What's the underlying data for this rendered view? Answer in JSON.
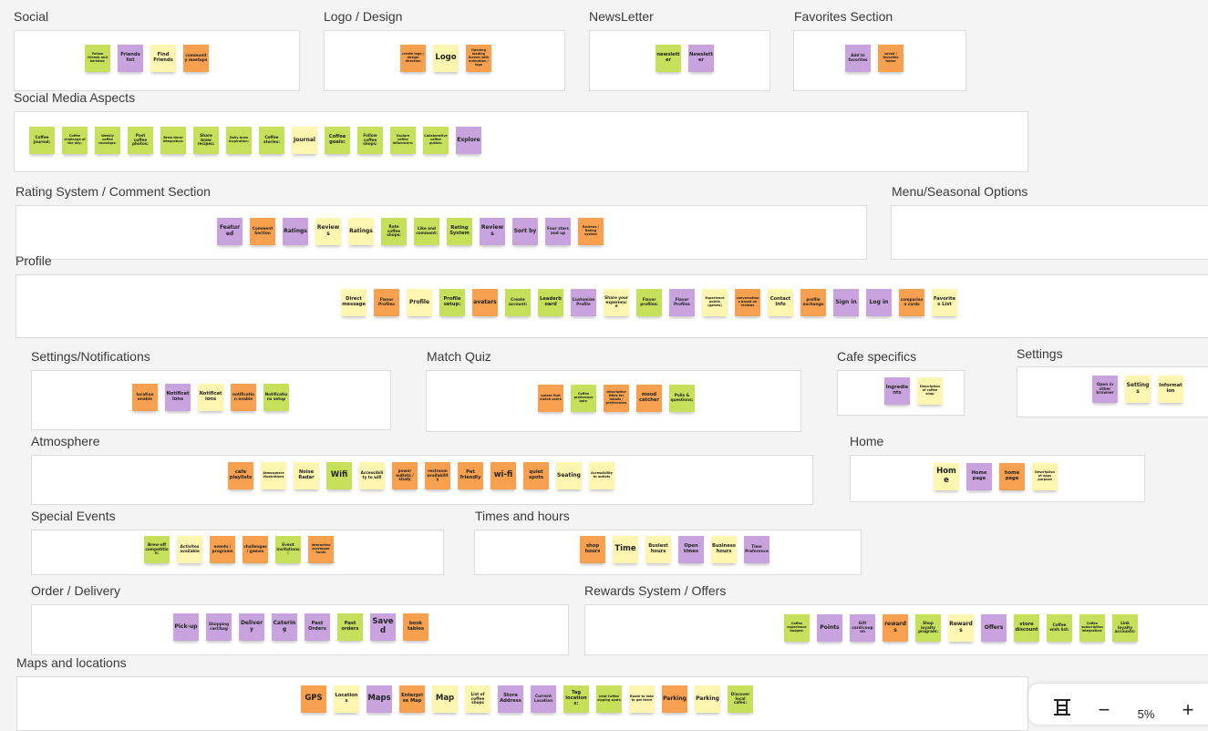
{
  "colors": {
    "g": "#c6e05c",
    "p": "#c8a3dd",
    "y": "#fcf6b1",
    "o": "#f7a04f"
  },
  "frames": [
    {
      "title": "Social",
      "notes": [
        [
          "Follow friends and baristas:",
          "g"
        ],
        [
          "Friends list",
          "p"
        ],
        [
          "Find Friends",
          "y"
        ],
        [
          "community meetups",
          "o"
        ]
      ]
    },
    {
      "title": "Logo / Design",
      "notes": [
        [
          "create logo / design direction",
          "o"
        ],
        [
          "Logo",
          "y"
        ],
        [
          "Opening loading Screen with animation / logo",
          "o"
        ]
      ]
    },
    {
      "title": "NewsLetter",
      "notes": [
        [
          "newsletter",
          "g"
        ],
        [
          "Newsletter",
          "p"
        ]
      ]
    },
    {
      "title": "Favorites Section",
      "notes": [
        [
          "Add to favorites",
          "p"
        ],
        [
          "saved / favorites folder",
          "o"
        ]
      ]
    },
    {
      "title": "Social Media Aspects",
      "notes": [
        [
          "Coffee journal:",
          "g"
        ],
        [
          "Coffee challenge of the day:",
          "g"
        ],
        [
          "Weekly coffee roundups:",
          "g"
        ],
        [
          "Post coffee photos:",
          "g"
        ],
        [
          "Brew timer integration:",
          "g"
        ],
        [
          "Share brew recipes:",
          "g"
        ],
        [
          "Daily brew inspiration:",
          "g"
        ],
        [
          "Coffee stories:",
          "g"
        ],
        [
          "Journal",
          "y"
        ],
        [
          "Coffee goals:",
          "g"
        ],
        [
          "Follow coffee shops:",
          "g"
        ],
        [
          "Explore coffee influencers:",
          "g"
        ],
        [
          "Collaborative coffee guides:",
          "g"
        ],
        [
          "Explore",
          "p"
        ]
      ]
    },
    {
      "title": "Rating System / Comment Section",
      "notes": [
        [
          "Featured",
          "p"
        ],
        [
          "Comment Section",
          "o"
        ],
        [
          "Ratings",
          "p"
        ],
        [
          "Reviews",
          "y"
        ],
        [
          "Ratings",
          "y"
        ],
        [
          "Rate coffee shops:",
          "g"
        ],
        [
          "Like and comment:",
          "g"
        ],
        [
          "Rating System",
          "g"
        ],
        [
          "Reviews",
          "p"
        ],
        [
          "Sort by",
          "p"
        ],
        [
          "Four stars and up",
          "p"
        ],
        [
          "Reviews / Rating system",
          "o"
        ]
      ]
    },
    {
      "title": "Menu/Seasonal Options",
      "notes": []
    },
    {
      "title": "Profile",
      "notes": [
        [
          "Direct message",
          "y"
        ],
        [
          "Flavor Profiles",
          "o"
        ],
        [
          "Profile",
          "y"
        ],
        [
          "Profile setup:",
          "g"
        ],
        [
          "avatars",
          "o"
        ],
        [
          "Create account:",
          "g"
        ],
        [
          "Leaderboard",
          "g"
        ],
        [
          "Customize Profile",
          "p"
        ],
        [
          "Share your experience",
          "y"
        ],
        [
          "Flavor profiles:",
          "g"
        ],
        [
          "Flavor Profiles",
          "p"
        ],
        [
          "Experience points (games)",
          "y"
        ],
        [
          "conversations based on reviews",
          "o"
        ],
        [
          "Contact info",
          "y"
        ],
        [
          "profile exchange",
          "o"
        ],
        [
          "Sign in",
          "p"
        ],
        [
          "Log in",
          "p"
        ],
        [
          "comparison cards",
          "o"
        ],
        [
          "Favorites List",
          "y"
        ]
      ]
    },
    {
      "title": "Settings/Notifications",
      "notes": [
        [
          "location enable",
          "o"
        ],
        [
          "Notifications",
          "p"
        ],
        [
          "Notifications",
          "y"
        ],
        [
          "notification enable",
          "o"
        ],
        [
          "Notifications setup",
          "g"
        ]
      ]
    },
    {
      "title": "Match Quiz",
      "notes": [
        [
          "quizes that match users",
          "o"
        ],
        [
          "Coffee preference quiz:",
          "g"
        ],
        [
          "descriptive titles for moods / preferences",
          "o"
        ],
        [
          "mood catcher",
          "o"
        ],
        [
          "Polls & questions:",
          "g"
        ]
      ]
    },
    {
      "title": "Cafe specifics",
      "notes": [
        [
          "Ingredients",
          "p"
        ],
        [
          "Description of coffee shop",
          "y"
        ]
      ]
    },
    {
      "title": "Settings",
      "notes": [
        [
          "Open in other browser",
          "p"
        ],
        [
          "Settings",
          "y"
        ],
        [
          "Information",
          "y"
        ]
      ]
    },
    {
      "title": "Atmosphere",
      "notes": [
        [
          "cafe playlists",
          "o"
        ],
        [
          "Atmosphere illustrations",
          "y"
        ],
        [
          "Noise Radar",
          "y"
        ],
        [
          "Wifi",
          "g"
        ],
        [
          "Accessibility to wifi",
          "y"
        ],
        [
          "power outlets / study",
          "o"
        ],
        [
          "restroom availability",
          "o"
        ],
        [
          "Pet friendly",
          "o"
        ],
        [
          "wi-fi",
          "o"
        ],
        [
          "quiet spots",
          "o"
        ],
        [
          "Seating",
          "y"
        ],
        [
          "Accessibility to outlets",
          "y"
        ]
      ]
    },
    {
      "title": "Home",
      "notes": [
        [
          "Home",
          "y"
        ],
        [
          "Home page",
          "p"
        ],
        [
          "home page",
          "o"
        ],
        [
          "Description of apps purpose",
          "y"
        ]
      ]
    },
    {
      "title": "Special Events",
      "notes": [
        [
          "Brew-off competition:",
          "g"
        ],
        [
          "Activites available",
          "y"
        ],
        [
          "events / programs",
          "o"
        ],
        [
          "challenges / games",
          "o"
        ],
        [
          "Event invitations:",
          "g"
        ],
        [
          "interactive scavenger hunts",
          "o"
        ]
      ]
    },
    {
      "title": "Times and hours",
      "notes": [
        [
          "shop hours",
          "o"
        ],
        [
          "Time",
          "y"
        ],
        [
          "Busiest hours",
          "y"
        ],
        [
          "Open times",
          "p"
        ],
        [
          "Business hours",
          "y"
        ],
        [
          "Time Preference",
          "p"
        ]
      ]
    },
    {
      "title": "Order / Delivery",
      "notes": [
        [
          "Pick-up",
          "p"
        ],
        [
          "Shopping cart/bag",
          "p"
        ],
        [
          "Delivery",
          "p"
        ],
        [
          "Catering",
          "p"
        ],
        [
          "Past Orders",
          "p"
        ],
        [
          "Past orders",
          "g"
        ],
        [
          "Saved",
          "p"
        ],
        [
          "book tables",
          "o"
        ]
      ]
    },
    {
      "title": "Rewards System / Offers",
      "notes": [
        [
          "Coffee experience badges:",
          "g"
        ],
        [
          "Points",
          "p"
        ],
        [
          "Gift card/coupon",
          "p"
        ],
        [
          "rewards",
          "o"
        ],
        [
          "Shop loyalty program:",
          "g"
        ],
        [
          "Rewards",
          "y"
        ],
        [
          "Offers",
          "p"
        ],
        [
          "store discount",
          "g"
        ],
        [
          "Coffee wish list:",
          "g"
        ],
        [
          "Coffee subscription integration:",
          "g"
        ],
        [
          "Link loyalty accounts:",
          "g"
        ]
      ]
    },
    {
      "title": "Maps and locations",
      "notes": [
        [
          "GPS",
          "o"
        ],
        [
          "Locations",
          "y"
        ],
        [
          "Maps",
          "p"
        ],
        [
          "Enterprise Map",
          "o"
        ],
        [
          "Map",
          "y"
        ],
        [
          "List of coffee shops",
          "y"
        ],
        [
          "Store Address",
          "p"
        ],
        [
          "Current Location",
          "p"
        ],
        [
          "Tag locations:",
          "g"
        ],
        [
          "best Coffee sipping spots",
          "g"
        ],
        [
          "Route to take to get there",
          "y"
        ],
        [
          "Parking",
          "o"
        ],
        [
          "Parking",
          "y"
        ],
        [
          "Discover local cafes:",
          "g"
        ]
      ]
    }
  ],
  "zoom_controls": {
    "fit_icon": "fit-to-screen-icon",
    "zoom_out": "−",
    "zoom_level": "5%",
    "zoom_in": "+"
  }
}
